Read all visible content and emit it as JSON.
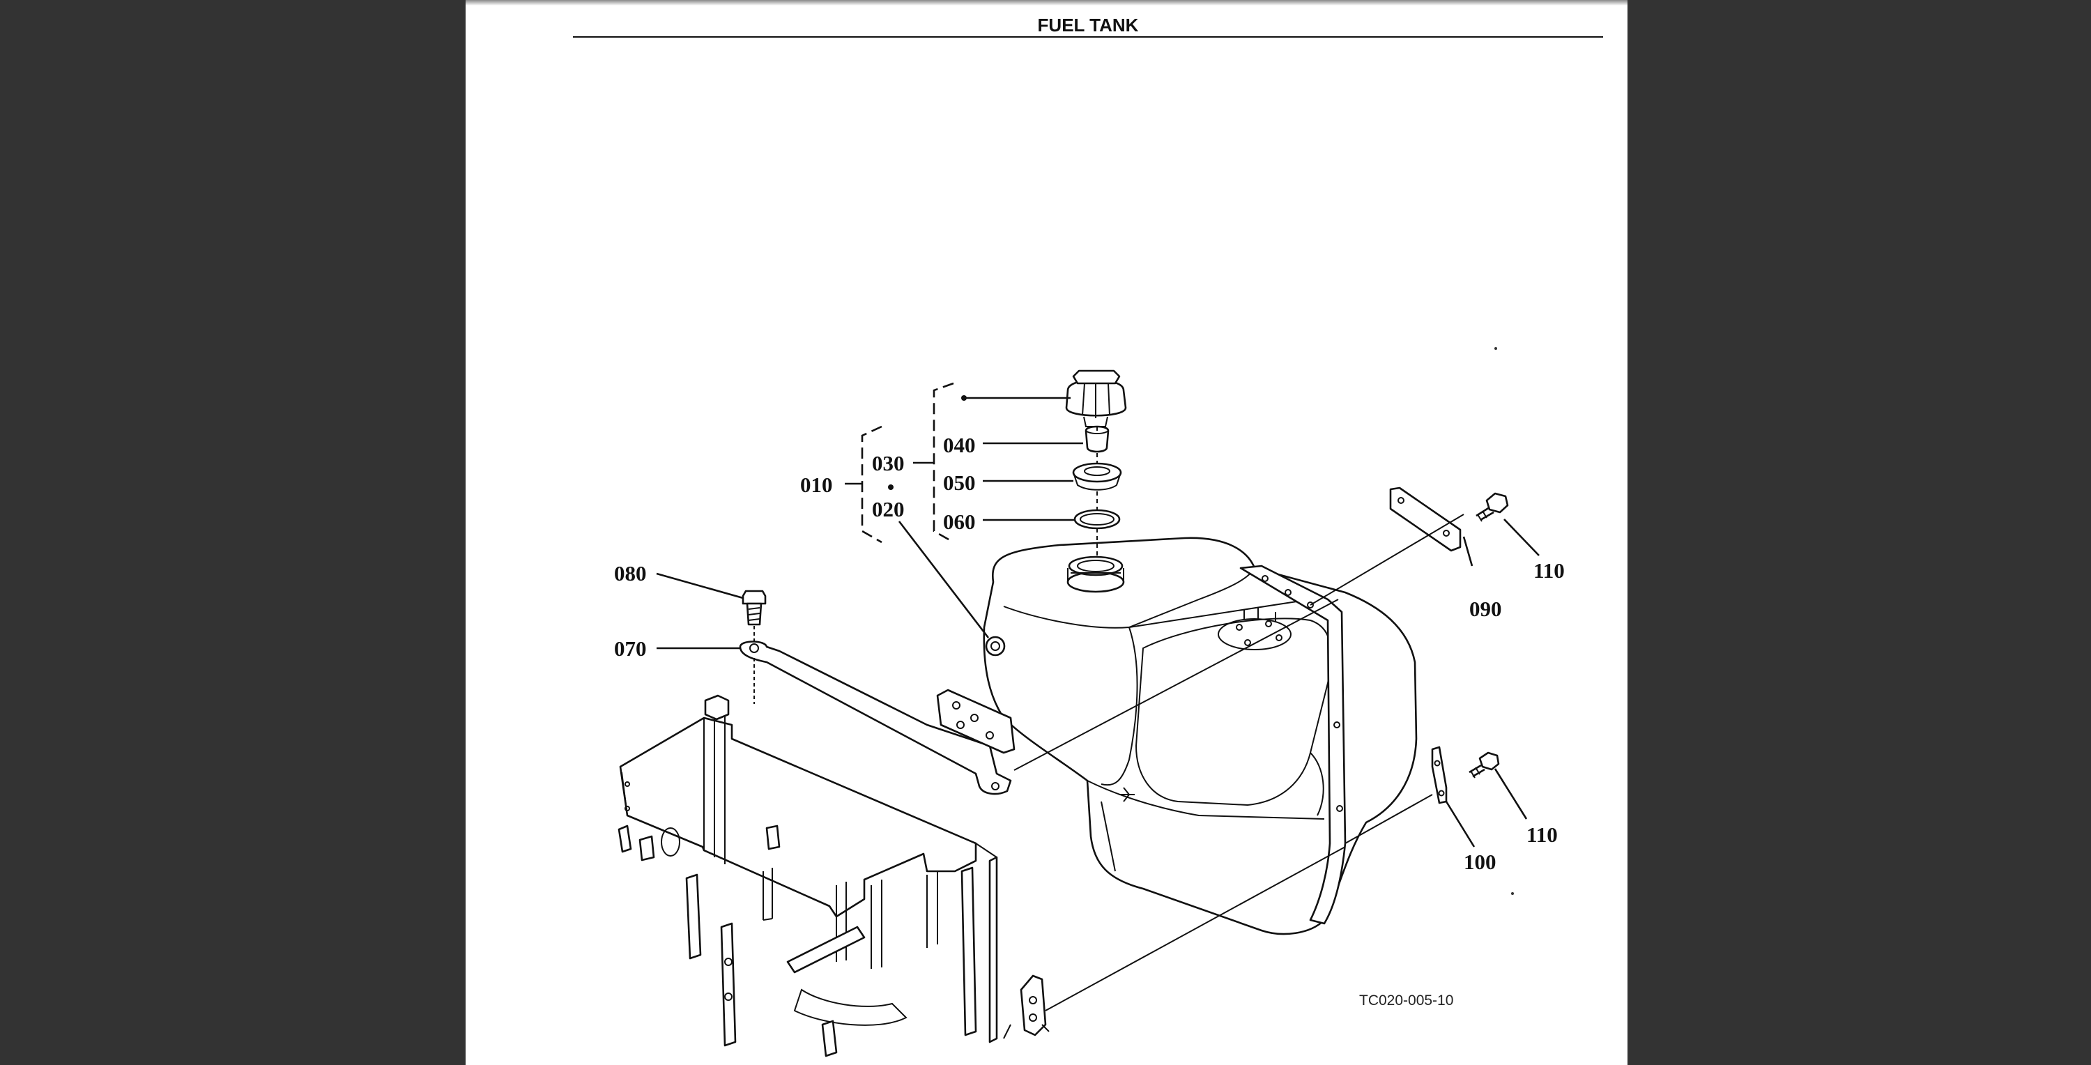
{
  "page": {
    "title": "FUEL TANK"
  },
  "callouts": {
    "c010": "010",
    "c020": "020",
    "c030": "030",
    "c040": "040",
    "c050": "050",
    "c060": "060",
    "c070": "070",
    "c080": "080",
    "c090": "090",
    "c100": "100",
    "c110a": "110",
    "c110b": "110"
  },
  "figure_code": "TC020-005-10",
  "colors": {
    "viewer_background": "#333333",
    "page": "#ffffff",
    "ink": "#111111"
  }
}
